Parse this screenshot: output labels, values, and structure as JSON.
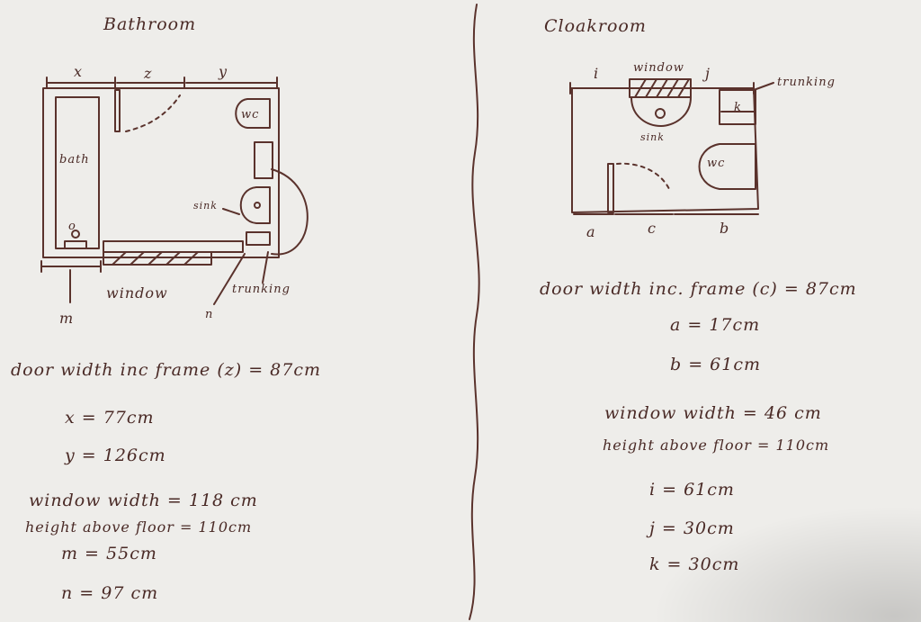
{
  "bathroom": {
    "title": "Bathroom",
    "labels": {
      "x": "x",
      "z": "z",
      "y": "y",
      "wc": "wc",
      "bath": "bath",
      "tap": "o",
      "sink": "sink",
      "window": "window",
      "trunking": "trunking",
      "m": "m",
      "n": "n"
    },
    "measurements": [
      "door width inc frame (z) = 87cm",
      "x = 77cm",
      "y = 126cm",
      "window width = 118 cm",
      "height above floor = 110cm",
      "m = 55cm",
      "n = 97 cm"
    ]
  },
  "cloakroom": {
    "title": "Cloakroom",
    "labels": {
      "i": "i",
      "window": "window",
      "j": "j",
      "trunking": "trunking",
      "k": "k",
      "sink": "sink",
      "wc": "wc",
      "a": "a",
      "c": "c",
      "b": "b"
    },
    "measurements": [
      "door width inc. frame (c) = 87cm",
      "a = 17cm",
      "b = 61cm",
      "window width = 46 cm",
      "height above floor = 110cm",
      "i = 61cm",
      "j = 30cm",
      "k = 30cm"
    ]
  },
  "colors": {
    "paper": "#eeedea",
    "ink": "#4a2a26"
  }
}
